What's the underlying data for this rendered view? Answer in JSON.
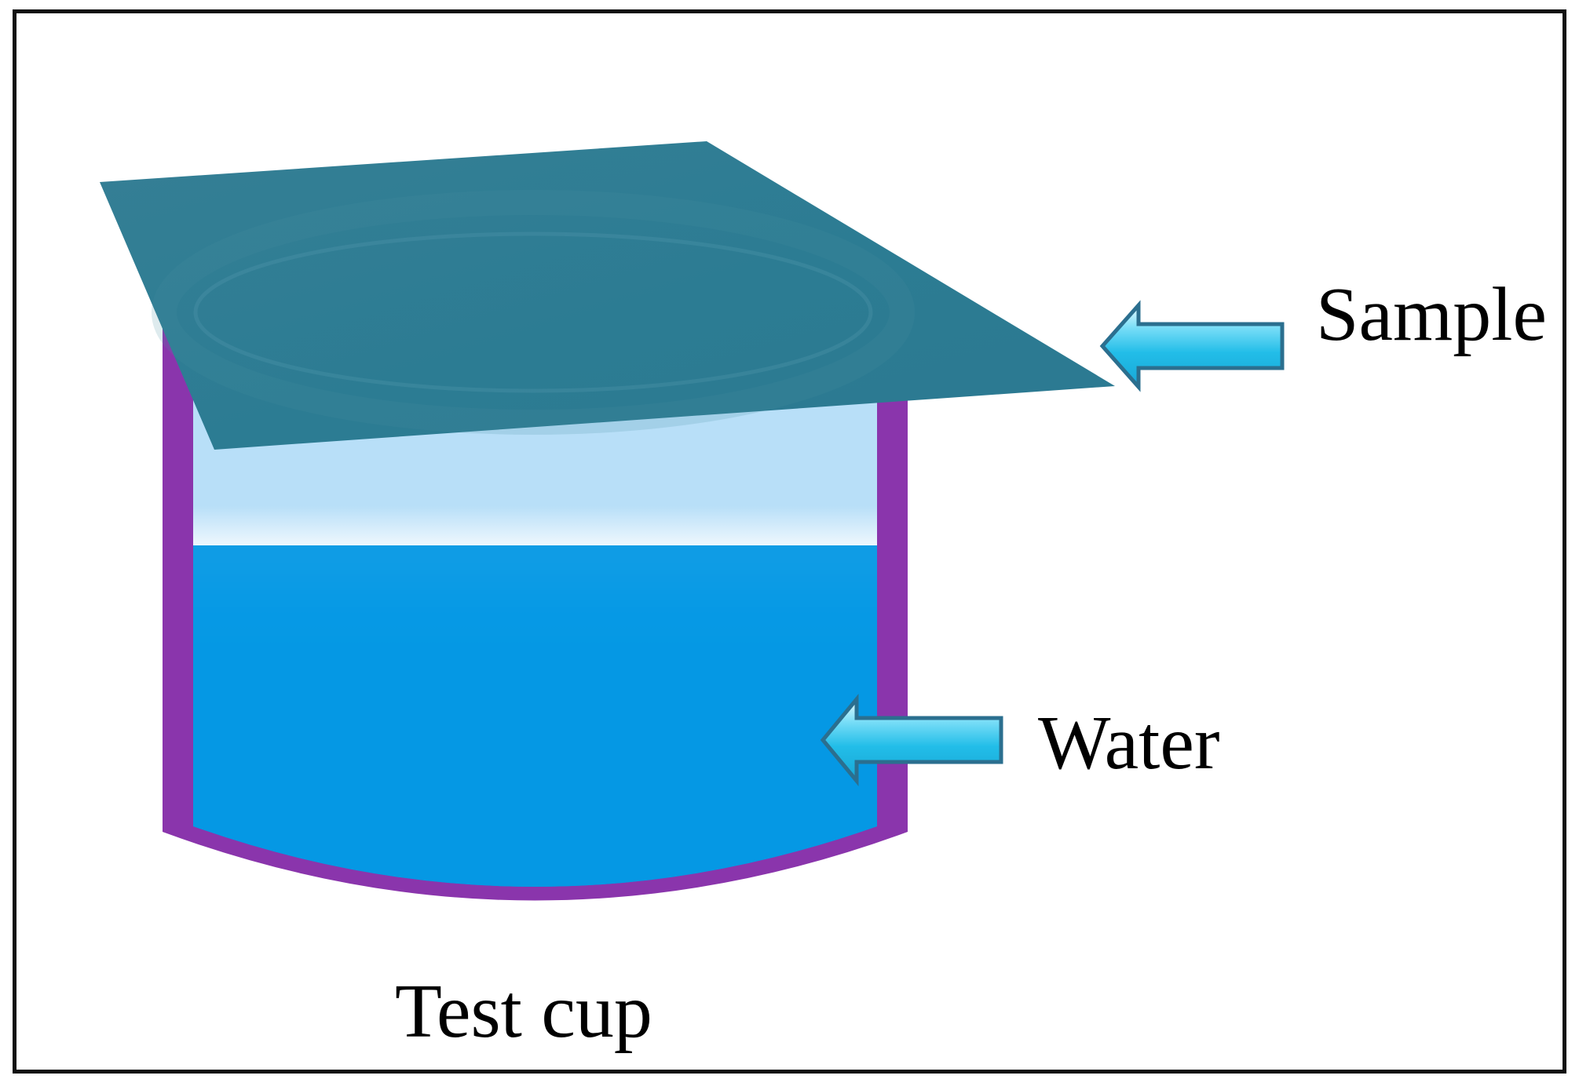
{
  "labels": {
    "sample": "Sample",
    "water": "Water",
    "test_cup": "Test cup"
  },
  "colors": {
    "cup_wall": "#8a35ac",
    "water": "#0598e4",
    "air_gap": "#b8dff8",
    "sample_film": "#2f7f97",
    "arrow_fill": "#22bde8",
    "arrow_stroke": "#2b6f8f",
    "frame": "#111111"
  }
}
